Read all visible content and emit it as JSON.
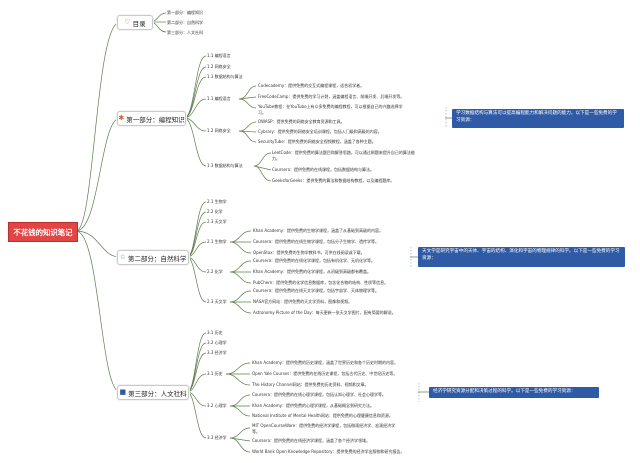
{
  "root": "不花钱的知识笔记",
  "toc": {
    "icon": "heart-icon",
    "label": "目录",
    "items": [
      "第一部分：编程知识",
      "第二部分：自然科学",
      "第三部分：人文社科"
    ]
  },
  "p1": {
    "icon": "asterisk-icon",
    "label": "第一部分：编程知识",
    "sub": [
      "1.1 编程语言",
      "1.2 网络安全",
      "1.3 数据结构与算法"
    ],
    "g1": {
      "label": "1.1 编程语言",
      "items": [
        "Codecademy：提供免费的交互式编程课程，适合初学者。",
        "FreeCodeCamp：提供免费的学习计划，涵盖编程语言、前端开发、后端开发等。",
        "YouTube教程：在YouTube上有众多免费的编程教程，可以根据自己的兴趣选择学",
        "习。"
      ]
    },
    "g2": {
      "label": "1.2 网络安全",
      "items": [
        "OWASP：提供免费的网络安全教育资源和工具。",
        "Cybrary：提供免费的网络安全培训课程，包括入门级和高级的内容。",
        "SecurityTube：提供免费的网络安全视频教程，涵盖了各种主题。"
      ]
    },
    "g3": {
      "label": "1.3 数据结构与算法",
      "items": [
        "LeetCode：提供免费的算法题目和解答思路，可以通过刷题来提升自己的算法能",
        "力。",
        "Coursera：提供免费的在线课程，包括数据结构与算法。",
        "GeeksforGeeks：提供免费的算法和数据结构教程，以及编程题库。"
      ]
    },
    "note": "学习数据结构与算法可以提高编程能力和解决问题的能力。以下是一些免费的学习资源："
  },
  "p2": {
    "icon": "star-icon",
    "label": "第二部分：自然科学",
    "sub": [
      "2.1 生物学",
      "2.2 化学",
      "2.3 天文学"
    ],
    "g1": {
      "label": "2.1 生物学",
      "items": [
        "Khan Academy：提供免费的生物学课程，涵盖了从基础到高级的内容。",
        "Coursera：提供免费的在线生物学课程，包括分子生物学、遗传学等。",
        "OpenStax：提供免费的生物学教科书，可供在线阅读或下载。"
      ]
    },
    "g2": {
      "label": "2.2 化学",
      "items": [
        "Coursera：提供免费的在线化学课程，包括有机化学、无机化学等。",
        "Khan Academy：提供免费的化学课程，从初级到高级都有覆盖。",
        "PubChem：提供免费的化学信息数据库，包含化合物的结构、性质等信息。"
      ]
    },
    "g3": {
      "label": "2.3 天文学",
      "items": [
        "Coursera：提供免费的在线天文学课程，包括宇宙学、天体物理学等。",
        "NASA官方网站：提供免费的天文学资料，图像和视频。",
        "Astronomy Picture of the Day：每天更新一张天文学图片，配有简要的解说。"
      ]
    },
    "note": "天文学是研究宇宙中的天体、宇宙的结构、演化和宇宙的物理规律的科学。以下是一些免费的学习资源："
  },
  "p3": {
    "icon": "square-icon",
    "label": "第三部分：人文社科",
    "sub": [
      "3.1 历史",
      "3.2 心理学",
      "3.3 经济学"
    ],
    "g1": {
      "label": "3.1 历史",
      "items": [
        "Khan Academy：提供免费的历史课程，涵盖了世界历史和各个历史时期的内容。",
        "Open Yale Courses：提供免费的在线历史课程，包括古代历史、中世纪历史等。",
        "The History Channel网站：提供免费的历史资料、视频和文章。"
      ]
    },
    "g2": {
      "label": "3.2 心理学",
      "items": [
        "Coursera：提供免费的在线心理学课程，包括认知心理学、社会心理学等。",
        "Khan Academy：提供免费的心理学课程，从基础概念到研究方法。",
        "National Institute of Mental Health网站：提供免费的心理健康信息和资源。"
      ]
    },
    "g3": {
      "label": "3.3 经济学",
      "items": [
        "MIT OpenCourseWare：提供免费的经济学课程，包括微观经济学、宏观经济学",
        "等。",
        "Coursera：提供免费的在线经济学课程，涵盖了各个经济学领域。",
        "World Bank Open Knowledge Repository：提供免费的经济学出版物和研究报告。"
      ]
    },
    "note": "经济学研究资源分配和决策过程的科学。以下是一些免费的学习资源："
  }
}
